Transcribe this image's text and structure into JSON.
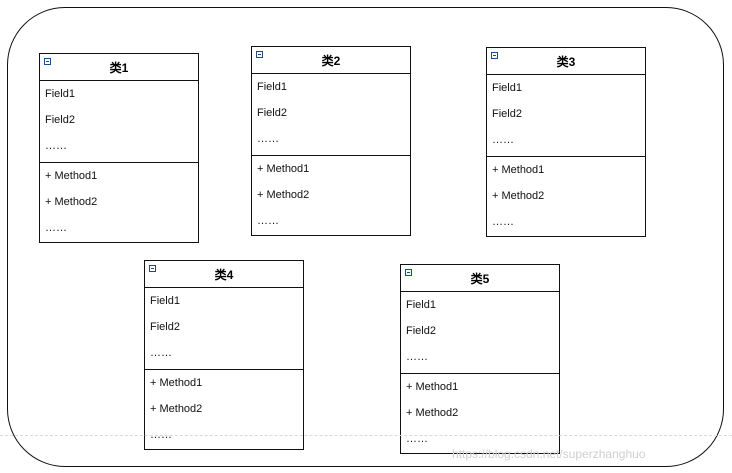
{
  "classes": [
    {
      "title": "类1",
      "fields": [
        "Field1",
        "Field2",
        "……"
      ],
      "methods": [
        "+ Method1",
        "+ Method2",
        "……"
      ]
    },
    {
      "title": "类2",
      "fields": [
        "Field1",
        "Field2",
        "……"
      ],
      "methods": [
        "+ Method1",
        "+ Method2",
        "……"
      ]
    },
    {
      "title": "类3",
      "fields": [
        "Field1",
        "Field2",
        "……"
      ],
      "methods": [
        "+ Method1",
        "+ Method2",
        "……"
      ]
    },
    {
      "title": "类4",
      "fields": [
        "Field1",
        "Field2",
        "……"
      ],
      "methods": [
        "+ Method1",
        "+ Method2",
        "……"
      ]
    },
    {
      "title": "类5",
      "fields": [
        "Field1",
        "Field2",
        "……"
      ],
      "methods": [
        "+ Method1",
        "+ Method2",
        "……"
      ]
    }
  ],
  "watermark": "https://blog.csdn.net/superzhanghuo"
}
